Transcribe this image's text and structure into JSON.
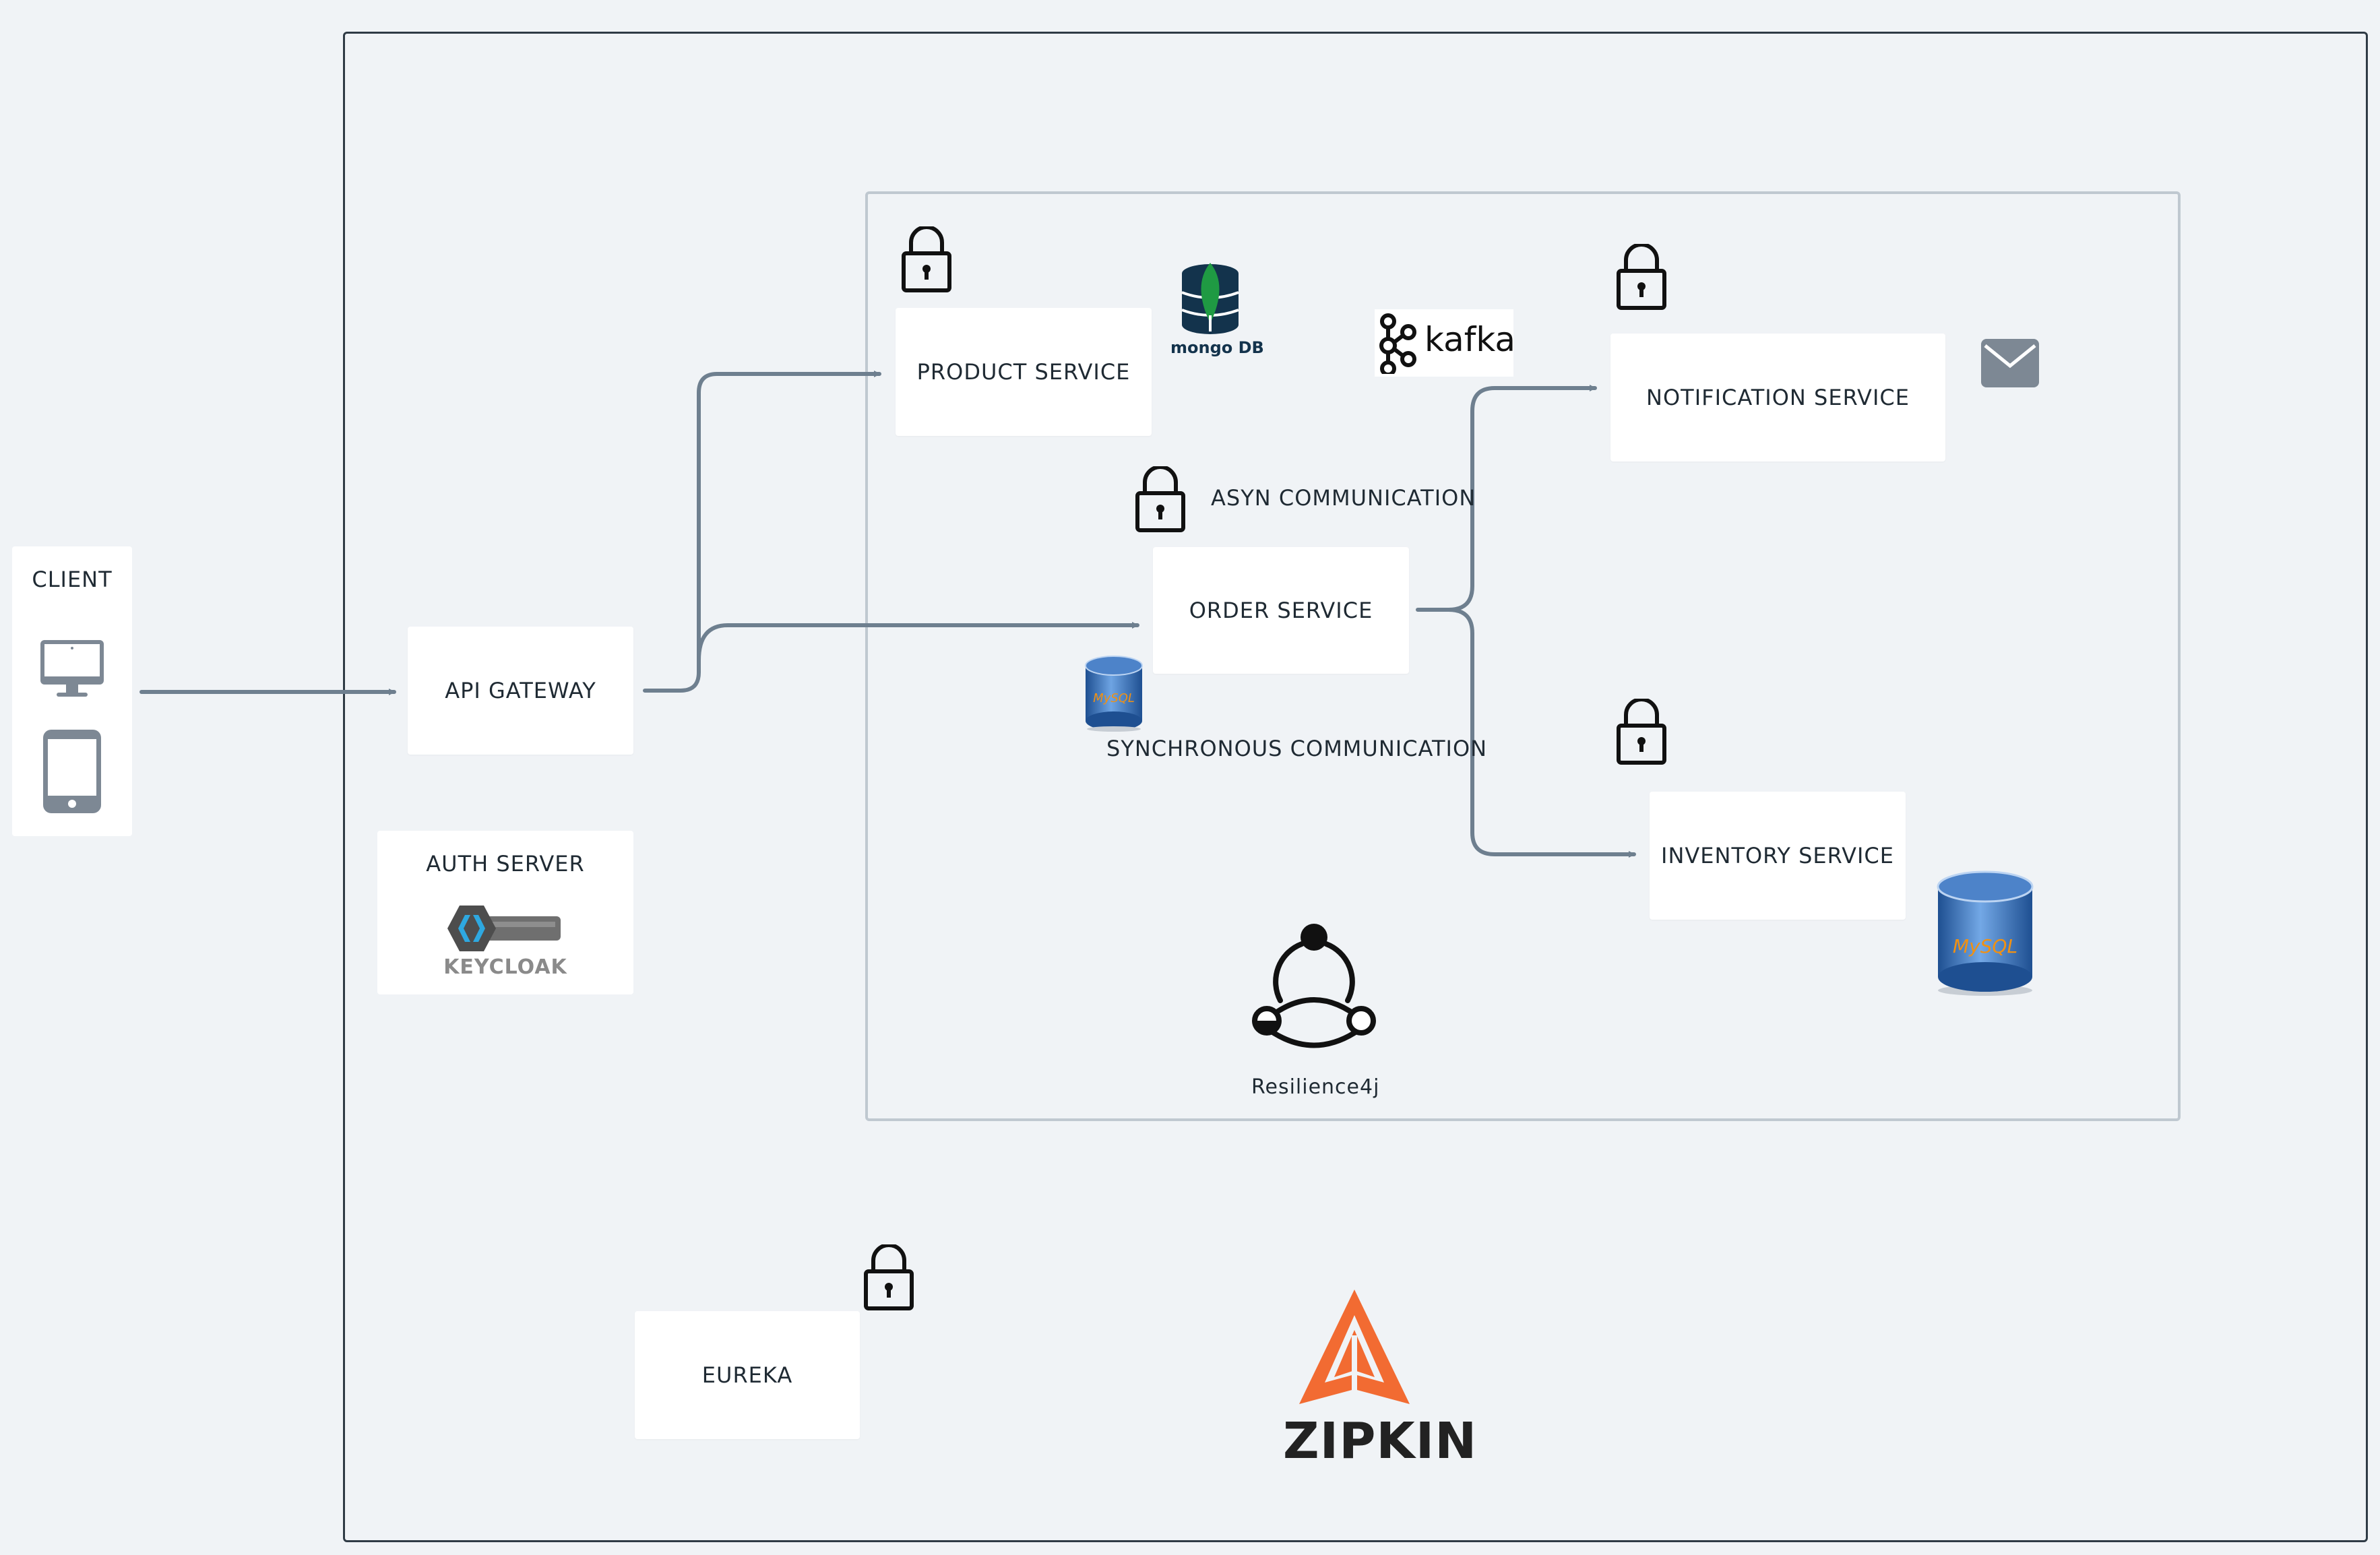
{
  "client": {
    "title": "CLIENT"
  },
  "services": {
    "api_gateway": "API GATEWAY",
    "auth_server": "AUTH SERVER",
    "product": "PRODUCT SERVICE",
    "order": "ORDER SERVICE",
    "notification": "NOTIFICATION SERVICE",
    "inventory": "INVENTORY SERVICE",
    "eureka": "EUREKA"
  },
  "labels": {
    "async": "ASYN COMMUNICATION",
    "sync": "SYNCHRONOUS COMMUNICATION",
    "resilience": "Resilience4j"
  },
  "logos": {
    "keycloak": "KEYCLOAK",
    "kafka": "kafka",
    "mongodb": "mongo DB",
    "mysql": "MySQL",
    "zipkin": "ZIPKIN"
  },
  "colors": {
    "arrow": "#6e7f8f",
    "background": "#f0f3f6",
    "mongo_green": "#1f9a43",
    "mongo_navy": "#13334c",
    "mysql_blue": "#2f69b6",
    "zipkin_orange": "#f26b32",
    "keycloak_blue": "#2ea8e0",
    "mail_gray": "#7d8894"
  },
  "icons": [
    "lock-icon",
    "monitor-icon",
    "tablet-icon",
    "mail-icon",
    "mongodb-icon",
    "mysql-icon",
    "kafka-icon",
    "keycloak-icon",
    "zipkin-icon",
    "resilience4j-icon"
  ]
}
